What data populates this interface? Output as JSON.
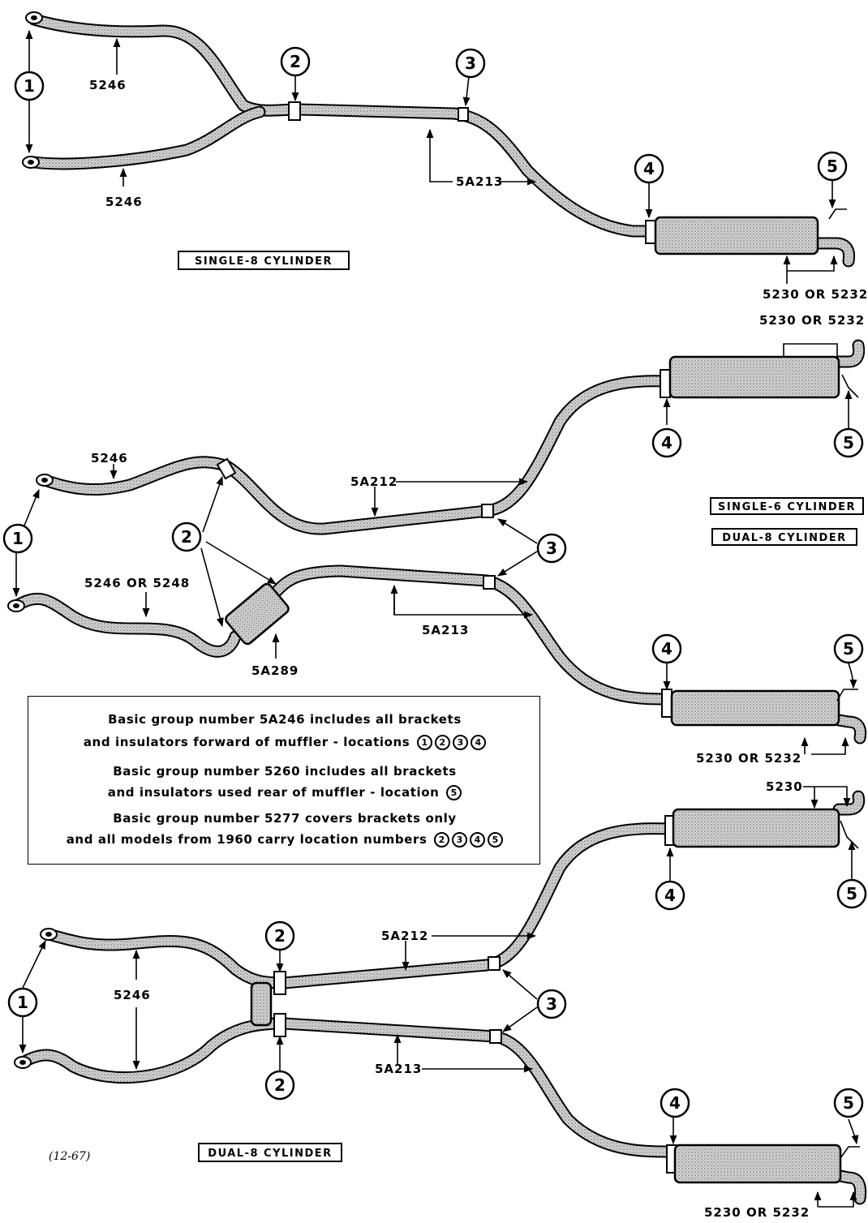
{
  "diagrams": {
    "single8": {
      "title": "SINGLE-8 CYLINDER",
      "parts": {
        "p1": "5246",
        "p2": "5246",
        "p3": "5A213",
        "p4": "5230 OR 5232"
      }
    },
    "single6_dual8": {
      "title_a": "SINGLE-6 CYLINDER",
      "title_b": "DUAL-8 CYLINDER",
      "parts": {
        "p1": "5246",
        "p2": "5246 OR 5248",
        "p3": "5A212",
        "p4": "5A213",
        "p5": "5A289",
        "p6": "5230 OR 5232",
        "p7": "5230 OR 5232"
      }
    },
    "dual8": {
      "title": "DUAL-8 CYLINDER",
      "parts": {
        "p1": "5246",
        "p2": "5A212",
        "p3": "5A213",
        "p4": "5230",
        "p5": "5230 OR 5232"
      }
    }
  },
  "callouts": [
    "1",
    "2",
    "3",
    "4",
    "5"
  ],
  "note": {
    "line1": "Basic group number 5A246 includes all brackets",
    "line2": "and insulators forward of muffler - locations",
    "line2_nums": [
      "1",
      "2",
      "3",
      "4"
    ],
    "line3": "Basic group number 5260 includes all brackets",
    "line4": "and insulators used rear of muffler - location",
    "line4_nums": [
      "5"
    ],
    "line5": "Basic group number 5277 covers brackets only",
    "line6": "and all models from 1960 carry location numbers",
    "line6_nums": [
      "2",
      "3",
      "4",
      "5"
    ]
  },
  "figure_ref": "(12-67)"
}
